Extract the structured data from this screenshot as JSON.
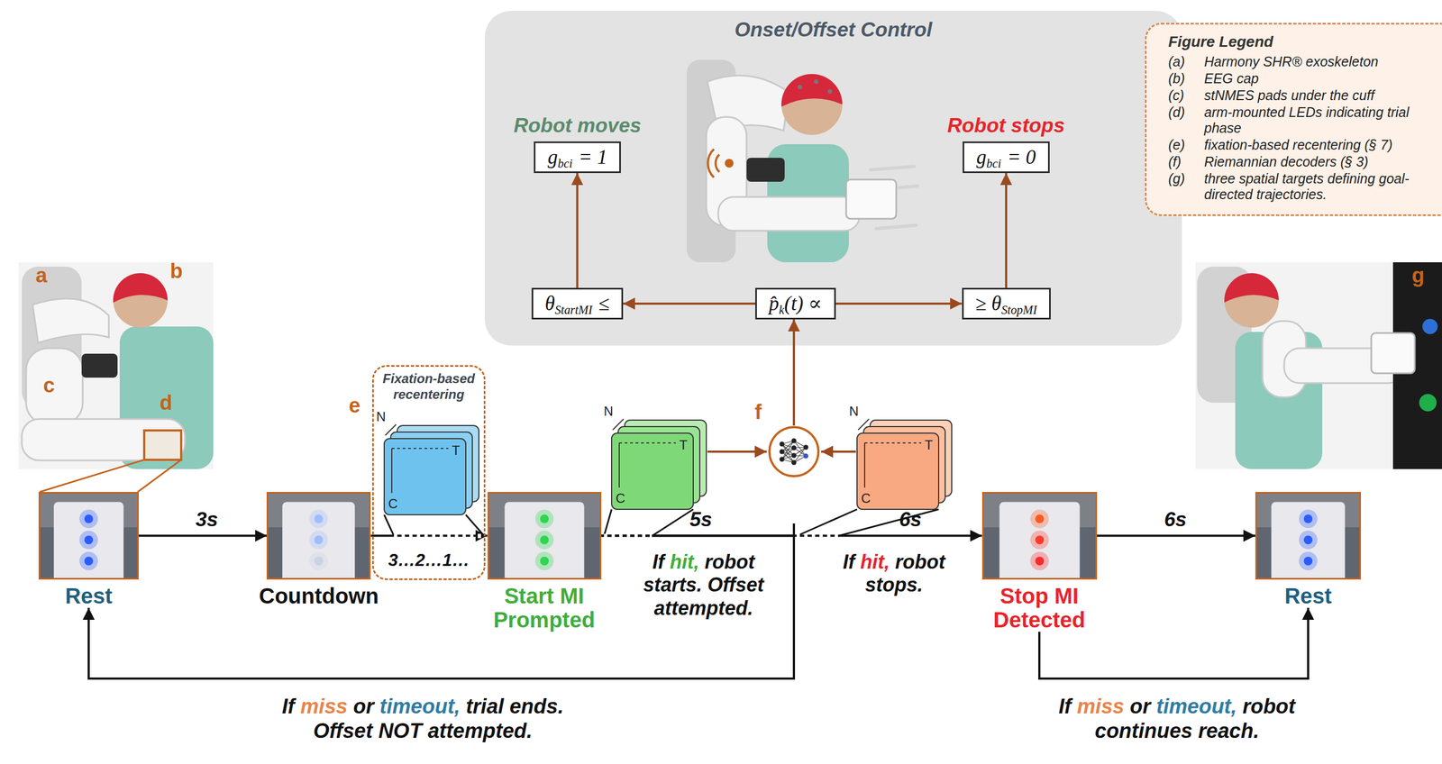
{
  "diagram": {
    "nodes": [
      {
        "text": [
          "Onset/Offset Control"
        ]
      },
      {
        "text": [
          "Robot moves",
          "g",
          "bci",
          "= 1"
        ],
        "in": 0
      },
      {
        "text": [
          "Robot stops",
          "g",
          "bci",
          "= 0"
        ],
        "in": 0
      },
      {
        "text": [
          "θ",
          "StartMI",
          "≤"
        ],
        "in": 0
      },
      {
        "text": [
          "p̂",
          "k",
          "(t) ∝"
        ],
        "in": 0
      },
      {
        "text": [
          "≥ θ",
          "StopMI"
        ],
        "in": 0
      },
      {
        "text": [
          "Figure Legend",
          "(a)",
          "Harmony SHR® exoskeleton",
          "(b)",
          "EEG cap",
          "(c)",
          "stNMES pads under the cuff",
          "(d)",
          "arm-mounted LEDs indicating trial phase",
          "(e)",
          "fixation-based recentering (§ 7)",
          "(f)",
          "Riemannian decoders (§ 3)",
          "(g)",
          "three spatial targets defining goal-directed trajectories."
        ]
      },
      {
        "text": [
          "e",
          "Fixation-based recentering"
        ]
      },
      {
        "text": [
          "f"
        ]
      },
      {
        "text": [
          "Rest"
        ]
      },
      {
        "text": [
          "Countdown"
        ]
      },
      {
        "text": [
          "Start MI Prompted"
        ]
      },
      {
        "text": [
          "Stop MI Detected"
        ]
      },
      {
        "text": [
          "Rest"
        ]
      }
    ],
    "edges": [
      {
        "from": 9,
        "to": 10,
        "label": "3s",
        "arrow": "to"
      },
      {
        "from": 10,
        "to": 11,
        "label": "3…2…1…",
        "arrow": "to"
      },
      {
        "from": 11,
        "to": 12,
        "arrow": "to"
      },
      {
        "from": 12,
        "to": 13,
        "label": "6s",
        "arrow": "to"
      },
      {
        "from": 11,
        "to": 9,
        "label": "If miss or timeout, trial ends. Offset NOT attempted.",
        "arrow": "to"
      },
      {
        "from": 12,
        "to": 13,
        "label": "If miss or timeout, robot continues reach.",
        "arrow": "to"
      },
      {
        "from": 8,
        "to": 4,
        "arrow": "to"
      },
      {
        "from": 4,
        "to": 3,
        "arrow": "to"
      },
      {
        "from": 4,
        "to": 5,
        "arrow": "to"
      },
      {
        "from": 3,
        "to": 1,
        "arrow": "to"
      },
      {
        "from": 5,
        "to": 2,
        "arrow": "to"
      }
    ],
    "labels": [
      "a",
      "b",
      "c",
      "d",
      "N",
      "T",
      "C",
      "N",
      "T",
      "C",
      "N",
      "T",
      "C",
      "5s",
      "If hit, robot starts. Offset attempted.",
      "6s",
      "If hit, robot stops.",
      "g"
    ]
  }
}
